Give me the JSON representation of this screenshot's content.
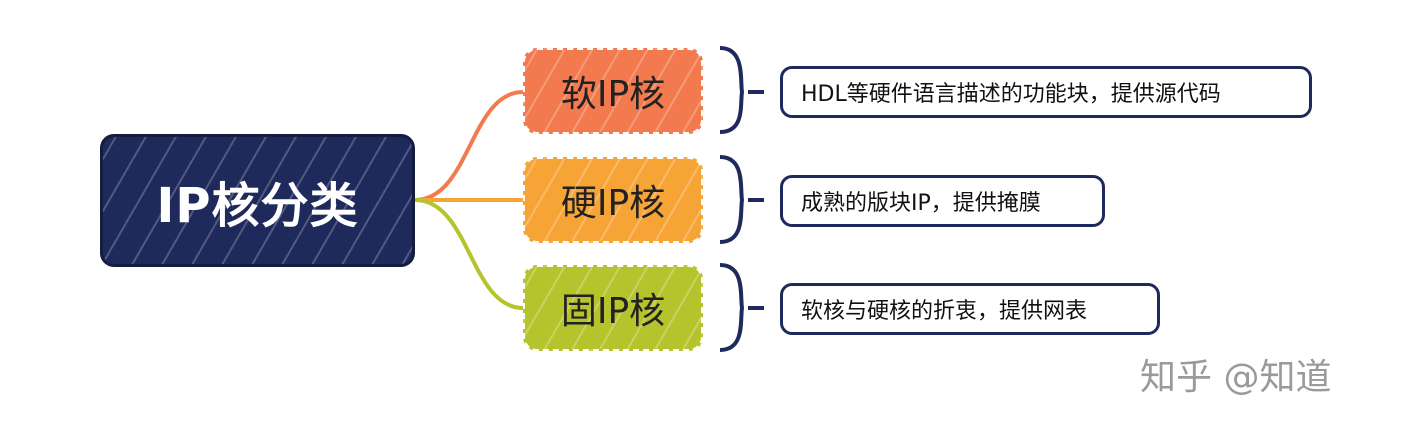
{
  "root": {
    "label": "IP核分类"
  },
  "branches": [
    {
      "label": "软IP核",
      "description": "HDL等硬件语言描述的功能块，提供源代码",
      "color": "#f27a4e"
    },
    {
      "label": "硬IP核",
      "description": "成熟的版块IP，提供掩膜",
      "color": "#f7a437"
    },
    {
      "label": "固IP核",
      "description": "软核与硬核的折衷，提供网表",
      "color": "#b5c42c"
    }
  ],
  "watermark": "知乎 @知道"
}
